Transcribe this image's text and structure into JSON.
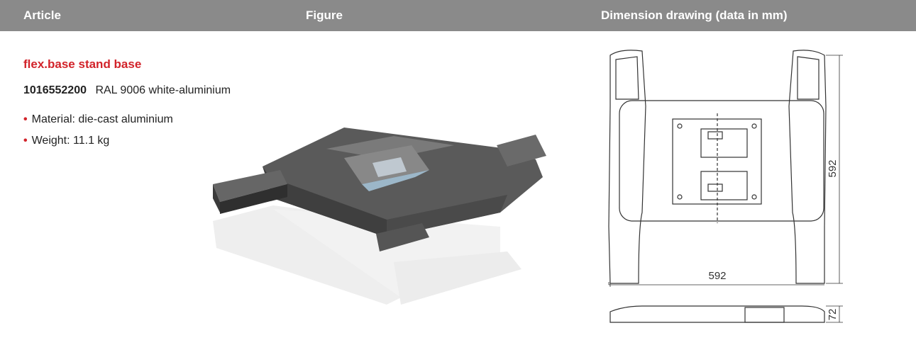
{
  "header": {
    "article": "Article",
    "figure": "Figure",
    "drawing": "Dimension drawing (data in mm)"
  },
  "product": {
    "title": "flex.base stand base",
    "article_number": "1016552200",
    "color": "RAL 9006 white-aluminium",
    "features": [
      "Material: die-cast aluminium",
      "Weight: 11.1 kg"
    ]
  },
  "dimensions": {
    "height_label": "592",
    "width_label": "592",
    "thickness_label": "72"
  },
  "colors": {
    "header_bg": "#8a8a8a",
    "accent": "#d2232a"
  }
}
